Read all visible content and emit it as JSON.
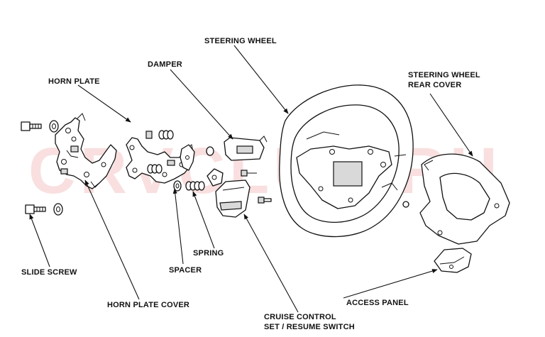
{
  "watermark": "CRVCLUB.RU",
  "labels": {
    "steering_wheel": "STEERING WHEEL",
    "damper": "DAMPER",
    "horn_plate": "HORN PLATE",
    "rear_cover_line1": "STEERING WHEEL",
    "rear_cover_line2": "REAR COVER",
    "slide_screw": "SLIDE SCREW",
    "spring": "SPRING",
    "spacer": "SPACER",
    "horn_plate_cover": "HORN PLATE COVER",
    "access_panel": "ACCESS PANEL",
    "cruise_line1": "CRUISE CONTROL",
    "cruise_line2": "SET / RESUME SWITCH"
  }
}
